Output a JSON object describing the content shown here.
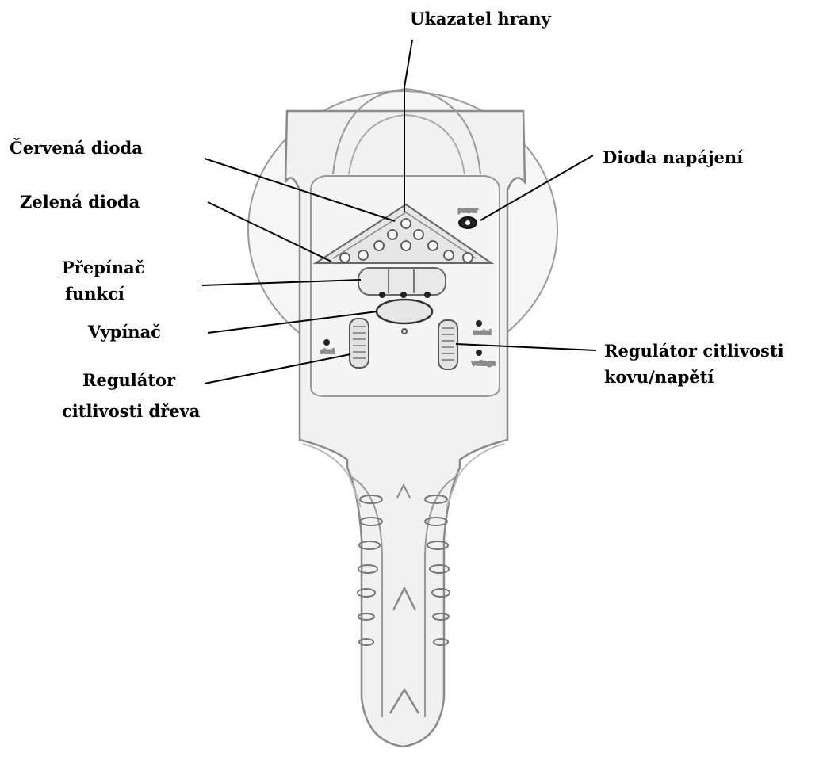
{
  "labels": {
    "edge_indicator": "Ukazatel hrany",
    "red_diode": "Červená dioda",
    "green_diode": "Zelená dioda",
    "function_switch": [
      "Přepínač",
      "funkcí"
    ],
    "power_switch": "Vypínač",
    "wood_sensitivity": [
      "Regulátor",
      "citlivosti dřeva"
    ],
    "power_diode": "Dioda napájení",
    "metal_voltage_sensitivity": [
      "Regulátor citlivosti",
      "kovu/napětí"
    ]
  },
  "device_markings": {
    "power": "power",
    "stud": "stud",
    "metal": "metal",
    "voltage": "voltage"
  },
  "colors": {
    "body_fill": "#f1f1f1",
    "outline": "#8a8a8a",
    "leader": "#000000"
  }
}
